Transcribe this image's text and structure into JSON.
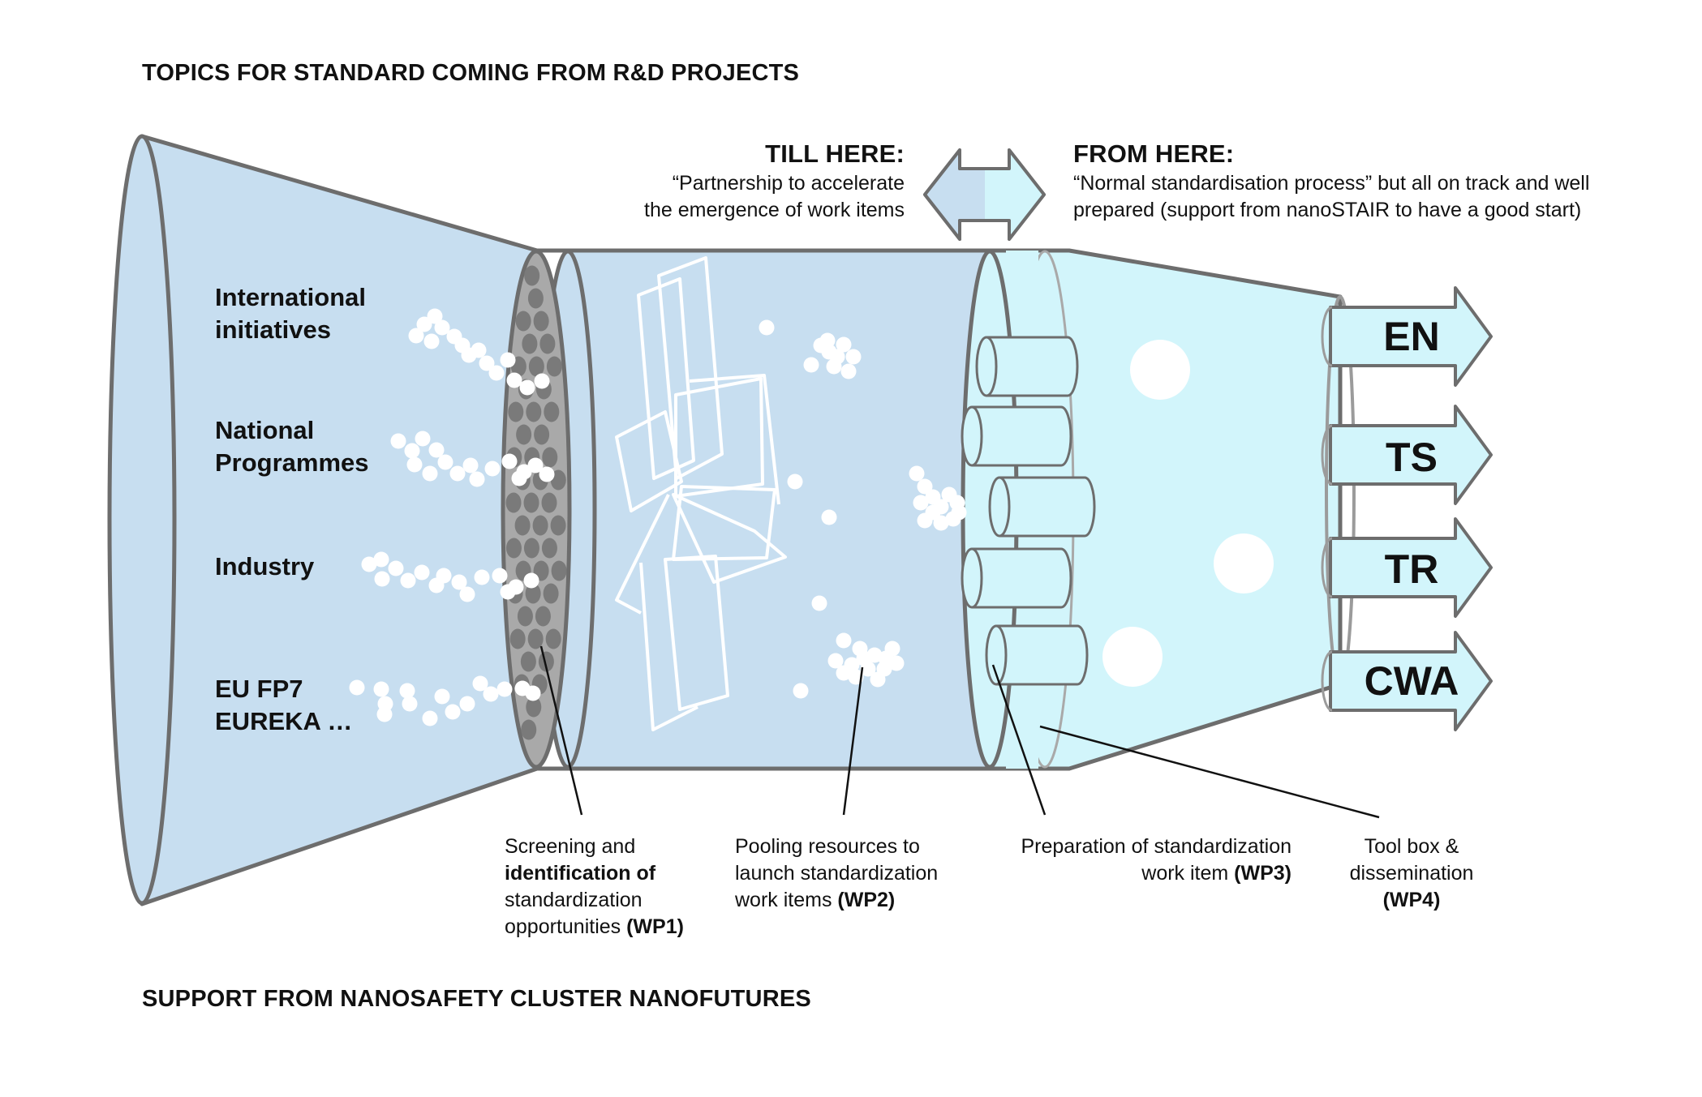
{
  "header": {
    "title": "TOPICS FOR STANDARD COMING FROM R&D PROJECTS",
    "footer": "SUPPORT FROM NANOSAFETY CLUSTER NANOFUTURES"
  },
  "sources": [
    "International\ninitiatives",
    "National\nProgrammes",
    "Industry",
    "EU FP7\nEUREKA …"
  ],
  "till": {
    "title": "TILL HERE:",
    "line1": "“Partnership to accelerate",
    "line2": "the emergence of work items"
  },
  "from": {
    "title": "FROM HERE:",
    "line1": "“Normal standardisation process” but all on track and well",
    "line2": "prepared (support from nanoSTAIR to have a good start)"
  },
  "outputs": [
    "EN",
    "TS",
    "TR",
    "CWA"
  ],
  "captions": {
    "wp1": {
      "l1": "Screening and",
      "l2": "identification of",
      "l3": "standardization",
      "l4a": "opportunities ",
      "l4b": "(WP1)"
    },
    "wp2": {
      "l1": "Pooling resources to",
      "l2": "launch standardization",
      "l3a": "work items ",
      "l3b": "(WP2)"
    },
    "wp3": {
      "l1": "Preparation of standardization",
      "l2a": "work item ",
      "l2b": "(WP3)"
    },
    "wp4": {
      "l1": "Tool box &",
      "l2": "dissemination",
      "l3": "(WP4)"
    }
  },
  "colors": {
    "blue": "#c7def0",
    "cyan": "#d2f5fb",
    "stroke": "#6d6d6d",
    "screen": "#a9a9a9",
    "hole": "#7a7a7a"
  }
}
